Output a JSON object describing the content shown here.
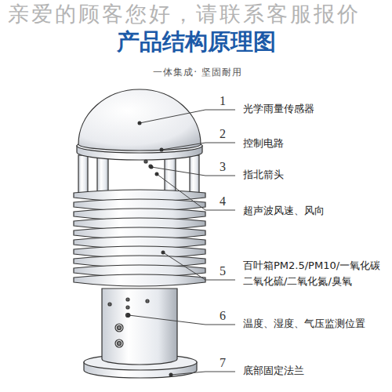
{
  "diagram": {
    "title": "产品结构原理图",
    "labels": [
      "亲爱的顾客您好，请联系客服报价",
      "一体集成· 坚固耐用",
      "1",
      "光学雨量传感器",
      "2",
      "控制电路",
      "3",
      "指北箭头",
      "4",
      "超声波风速、风向",
      "5",
      "百叶箱PM2.5/PM10/一氧化碳",
      "二氧化硫/二氧化氮/臭氧",
      "6",
      "温度、湿度、气压监测位置",
      "7",
      "底部固定法兰"
    ]
  }
}
